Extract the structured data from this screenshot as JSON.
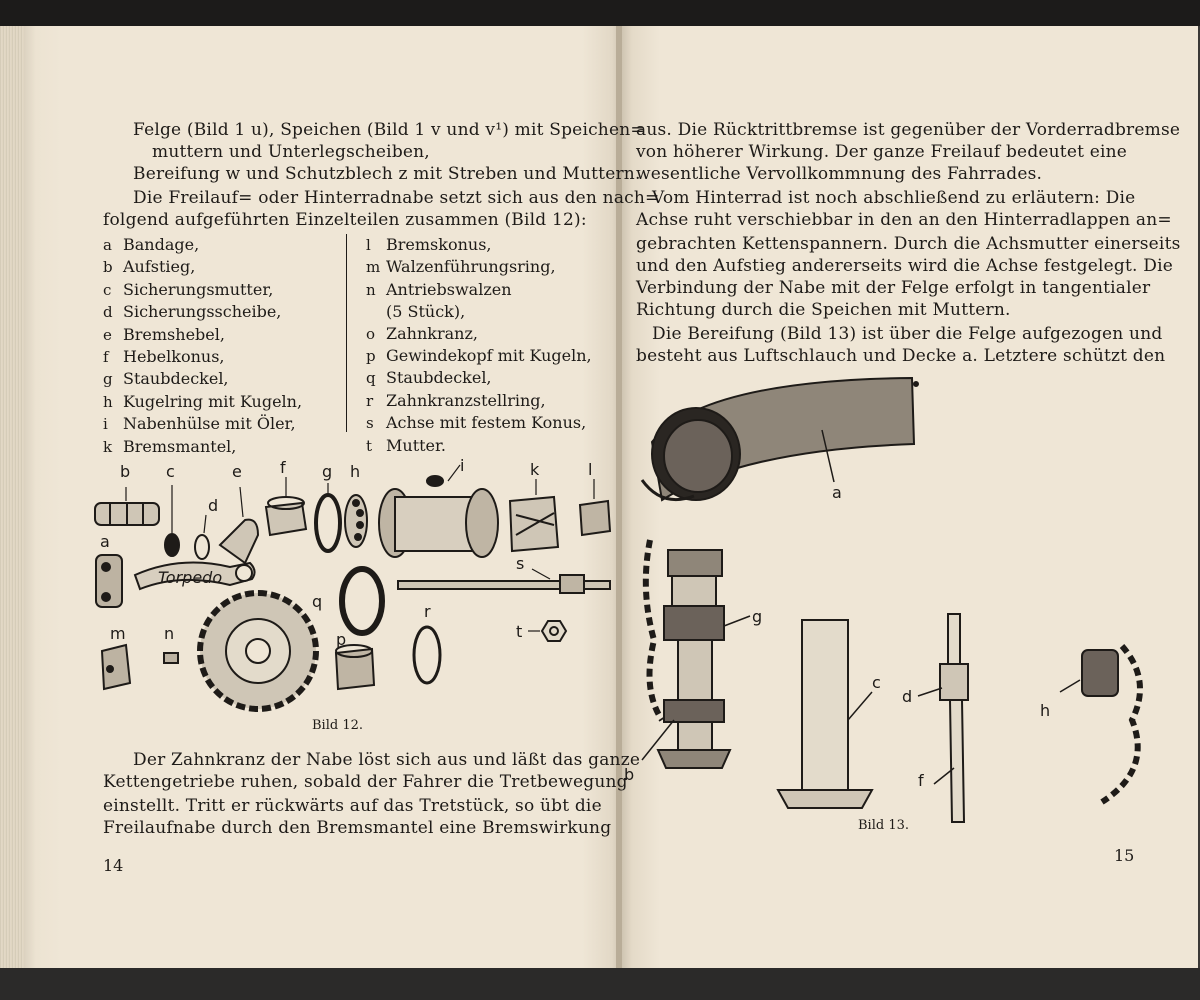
{
  "left_page": {
    "intro_lines": [
      "Felge (Bild 1 u), Speichen (Bild 1 v und v¹) mit Speichen=",
      "muttern und Unterlegscheiben,",
      "Bereifung w und Schutzblech z mit Streben und Muttern.",
      "Die Freilauf= oder Hinterradnabe setzt sich aus den nach=",
      "folgend aufgeführten Einzelteilen zusammen (Bild 12):"
    ],
    "parts_left": [
      {
        "key": "a",
        "label": "Bandage,"
      },
      {
        "key": "b",
        "label": "Aufstieg,"
      },
      {
        "key": "c",
        "label": "Sicherungsmutter,"
      },
      {
        "key": "d",
        "label": "Sicherungsscheibe,"
      },
      {
        "key": "e",
        "label": "Bremshebel,"
      },
      {
        "key": "f",
        "label": "Hebelkonus,"
      },
      {
        "key": "g",
        "label": "Staubdeckel,"
      },
      {
        "key": "h",
        "label": "Kugelring mit Kugeln,"
      },
      {
        "key": "i",
        "label": "Nabenhülse mit Öler,"
      },
      {
        "key": "k",
        "label": "Bremsmantel,"
      }
    ],
    "parts_right": [
      {
        "key": "l",
        "label": "Bremskonus,"
      },
      {
        "key": "m",
        "label": "Walzenführungsring,"
      },
      {
        "key": "n",
        "label": "Antriebswalzen"
      },
      {
        "key": "",
        "label": "(5 Stück),"
      },
      {
        "key": "o",
        "label": "Zahnkranz,"
      },
      {
        "key": "p",
        "label": "Gewindekopf mit Kugeln,"
      },
      {
        "key": "q",
        "label": "Staubdeckel,"
      },
      {
        "key": "r",
        "label": "Zahnkranzstellring,"
      },
      {
        "key": "s",
        "label": "Achse mit festem Konus,"
      },
      {
        "key": "t",
        "label": "Mutter."
      }
    ],
    "figure_labels": [
      "a",
      "b",
      "c",
      "d",
      "e",
      "f",
      "g",
      "h",
      "i",
      "k",
      "l",
      "m",
      "n",
      "p",
      "q",
      "r",
      "s",
      "t"
    ],
    "hub_brand_text": "Torpedo",
    "figure_caption": "Bild 12.",
    "outro_lines": [
      "Der Zahnkranz der Nabe löst sich aus und läßt das ganze",
      "Kettengetriebe ruhen, sobald der Fahrer die Tretbewegung",
      "einstellt. Tritt er rückwärts auf das Tretstück, so übt die",
      "Freilaufnabe durch den Bremsmantel eine Bremswirkung"
    ],
    "page_number": "14"
  },
  "right_page": {
    "lines": [
      "aus. Die Rücktrittbremse ist gegenüber der Vorderradbremse",
      "von höherer Wirkung. Der ganze Freilauf bedeutet eine",
      "wesentliche Vervollkommnung des Fahrrades.",
      "Vom Hinterrad ist noch abschließend zu erläutern: Die",
      "Achse ruht verschiebbar in den an den Hinterradlappen an=",
      "gebrachten Kettenspannern. Durch die Achsmutter einerseits",
      "und den Aufstieg andererseits wird die Achse festgelegt. Die",
      "Verbindung der Nabe mit der Felge erfolgt in tangentialer",
      "Richtung durch die Speichen mit Muttern.",
      "Die Bereifung (Bild 13) ist über die Felge aufgezogen und",
      "besteht aus Luftschlauch und Decke a. Letztere schützt den"
    ],
    "figure_labels": [
      "a",
      "g",
      "c",
      "d",
      "h",
      "b",
      "f"
    ],
    "figure_caption": "Bild 13.",
    "page_number": "15"
  }
}
